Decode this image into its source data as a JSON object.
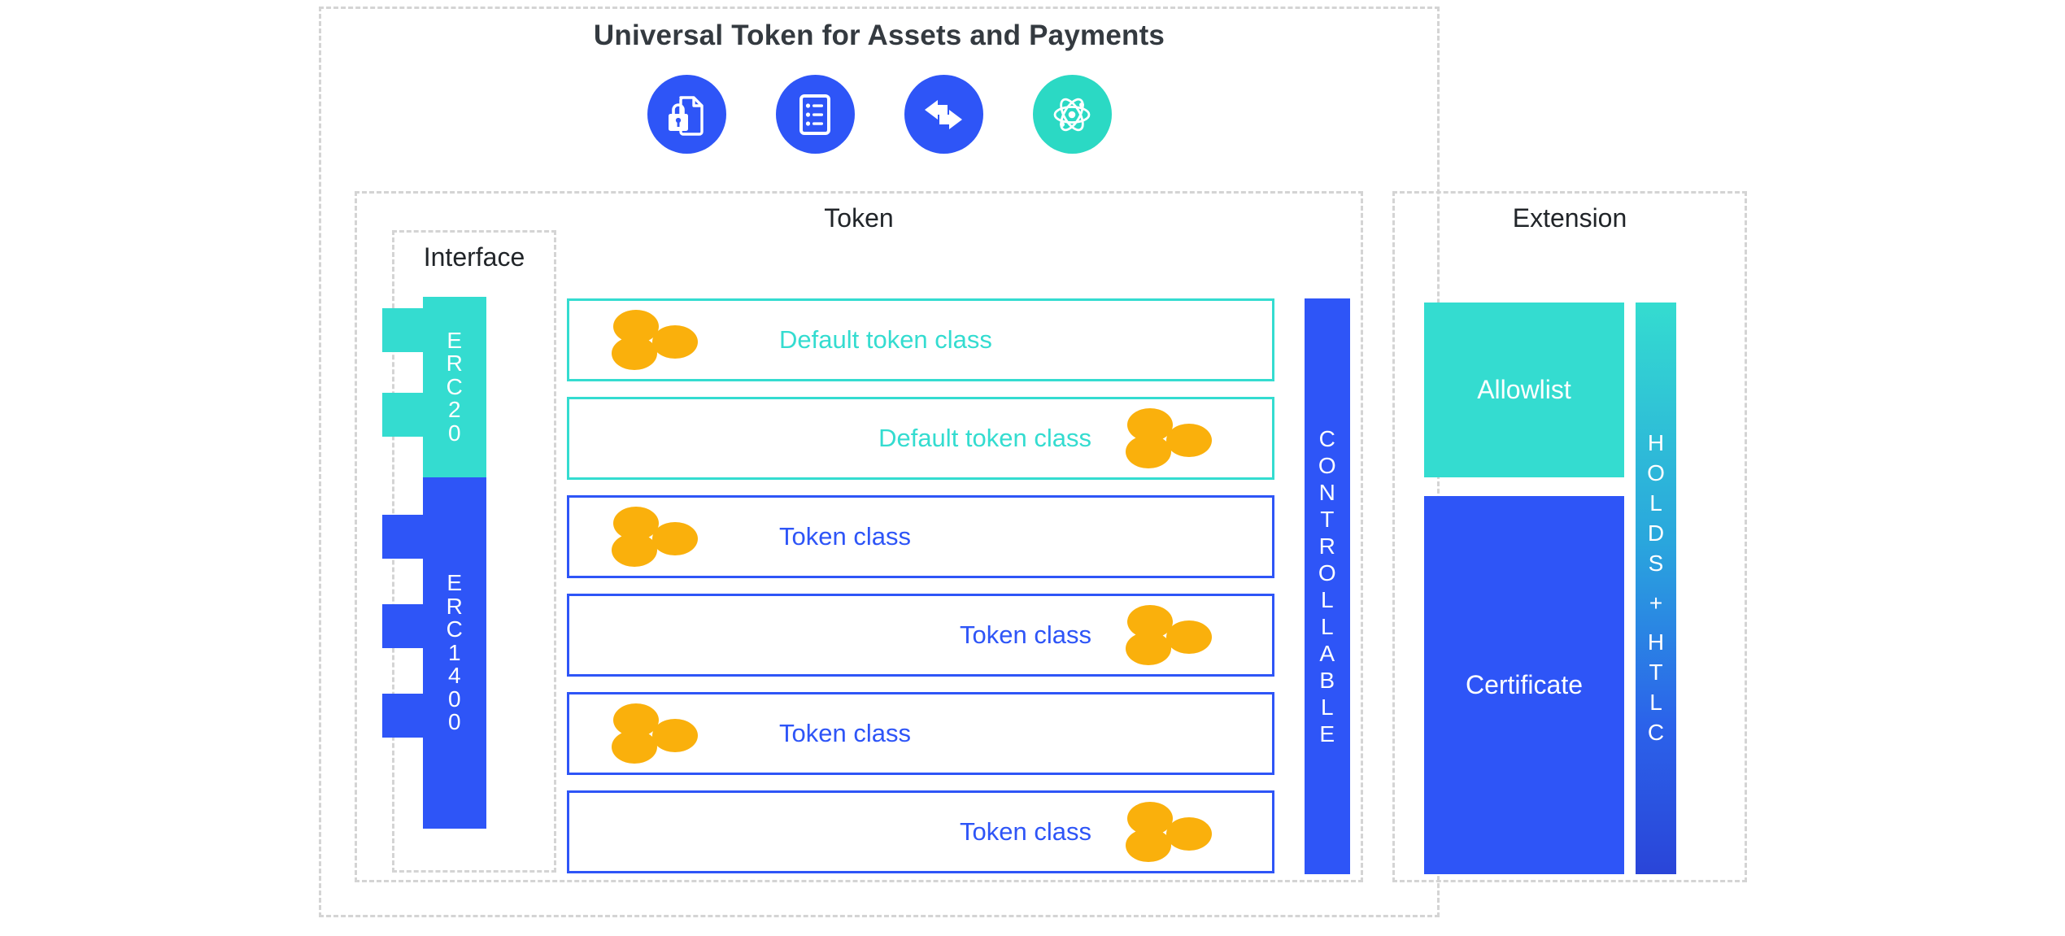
{
  "title": "Universal Token for Assets and Payments",
  "colors": {
    "teal": "#34dcd0",
    "blue": "#2e55f7",
    "orange": "#fab00c",
    "dashed_border": "#d4d4d4",
    "title_text": "#343a40"
  },
  "icons": [
    {
      "name": "secure-document-lock-icon",
      "bg": "#2e55f7"
    },
    {
      "name": "checklist-clipboard-icon",
      "bg": "#2e55f7"
    },
    {
      "name": "transfer-arrows-icon",
      "bg": "#2e55f7"
    },
    {
      "name": "atom-icon",
      "bg": "#2bd9c4"
    }
  ],
  "panels": {
    "token": {
      "title": "Token"
    },
    "extension": {
      "title": "Extension"
    },
    "interface": {
      "title": "Interface"
    }
  },
  "interface": {
    "bars": [
      {
        "id": "erc20",
        "label": "ERC20",
        "letters": [
          "E",
          "R",
          "C",
          "2",
          "0"
        ],
        "color": "#34dcd0",
        "notches": 2
      },
      {
        "id": "erc1400",
        "label": "ERC1400",
        "letters": [
          "E",
          "R",
          "C",
          "1",
          "4",
          "0",
          "0"
        ],
        "color": "#2e55f7",
        "notches": 3
      }
    ]
  },
  "token_rows": [
    {
      "label": "Default token class",
      "variant": "teal",
      "dots": "left"
    },
    {
      "label": "Default token class",
      "variant": "teal",
      "dots": "right"
    },
    {
      "label": "Token class",
      "variant": "blue",
      "dots": "left"
    },
    {
      "label": "Token class",
      "variant": "blue",
      "dots": "right"
    },
    {
      "label": "Token class",
      "variant": "blue",
      "dots": "left"
    },
    {
      "label": "Token class",
      "variant": "blue",
      "dots": "right"
    }
  ],
  "controllable": {
    "label": "CONTROLLABLE",
    "letters": [
      "C",
      "O",
      "N",
      "T",
      "R",
      "O",
      "L",
      "L",
      "A",
      "B",
      "L",
      "E"
    ]
  },
  "extension": {
    "allowlist": {
      "label": "Allowlist"
    },
    "certificate": {
      "label": "Certificate"
    },
    "holds": {
      "label": "HOLDS + HTLC",
      "letters": [
        "H",
        "O",
        "L",
        "D",
        "S",
        "+",
        "H",
        "T",
        "L",
        "C"
      ]
    }
  }
}
